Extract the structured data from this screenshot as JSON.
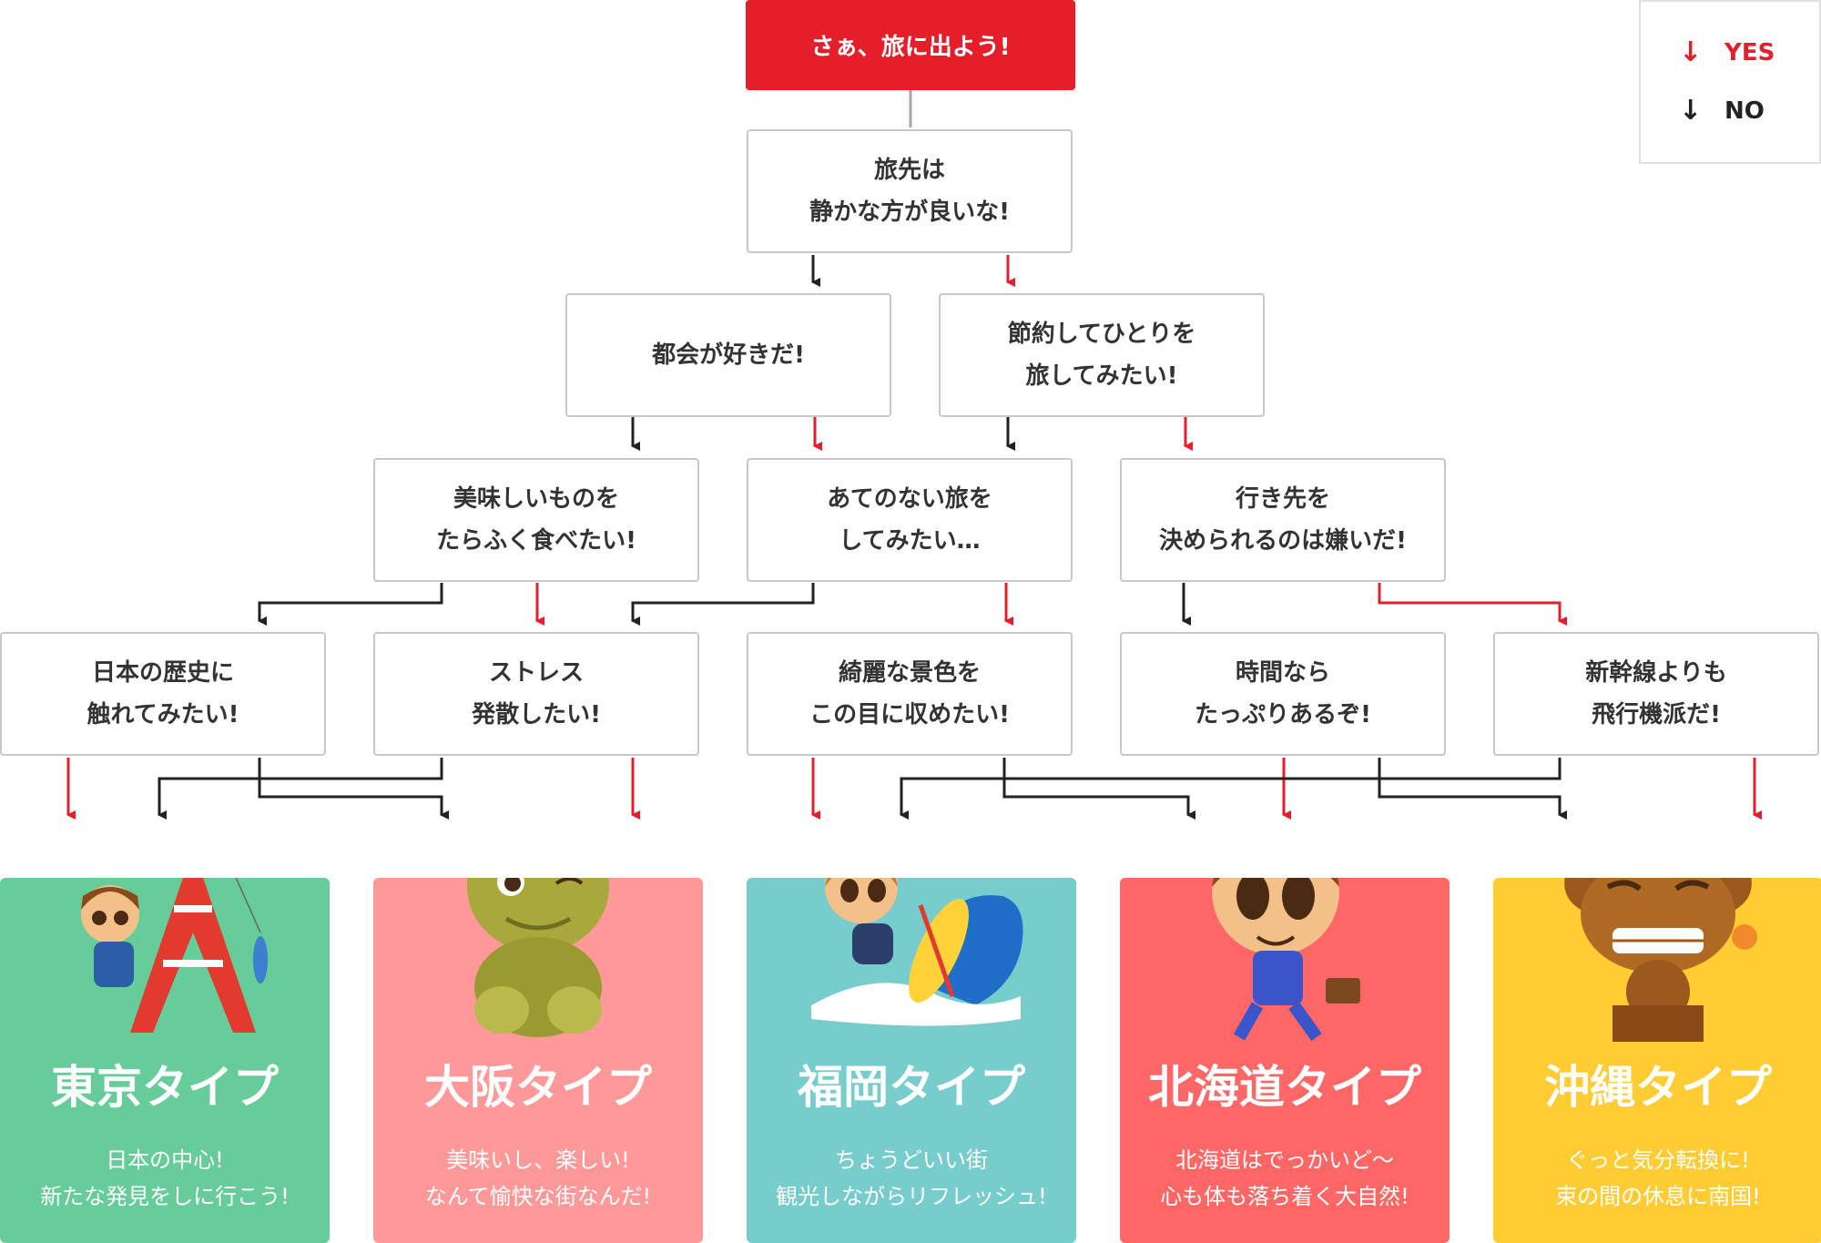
{
  "start": {
    "label": "さぁ、旅に出よう!"
  },
  "legend": {
    "yes_label": "YES",
    "no_label": "NO"
  },
  "colors": {
    "yes": "#e61e2a",
    "no": "#222222",
    "start": "#e61e2a",
    "border": "#c8c8c8"
  },
  "questions": {
    "q1": "旅先は\n静かな方が良いな!",
    "q2": "都会が好きだ!",
    "q3": "節約してひとりを\n旅してみたい!",
    "q4": "美味しいものを\nたらふく食べたい!",
    "q5": "あてのない旅を\nしてみたい…",
    "q6": "行き先を\n決められるのは嫌いだ!",
    "q7": "日本の歴史に\n触れてみたい!",
    "q8": "ストレス\n発散したい!",
    "q9": "綺麗な景色を\nこの目に収めたい!",
    "q10": "時間なら\nたっぷりあるぞ!",
    "q11": "新幹線よりも\n飛行機派だ!"
  },
  "results": [
    {
      "name": "東京タイプ",
      "desc": "日本の中心!\n新たな発見をしに行こう!",
      "color": "#66cc99",
      "icon": "tokyo-tower-fisher-icon"
    },
    {
      "name": "大阪タイプ",
      "desc": "美味いし、楽しい!\nなんて愉快な街なんだ!",
      "color": "#ff9999",
      "icon": "billiken-icon"
    },
    {
      "name": "福岡タイプ",
      "desc": "ちょうどいい街\n観光しながらリフレッシュ!",
      "color": "#77cccc",
      "icon": "surfer-icon"
    },
    {
      "name": "北海道タイプ",
      "desc": "北海道はでっかいど〜\n心も体も落ち着く大自然!",
      "color": "#ff6666",
      "icon": "businessman-icon"
    },
    {
      "name": "沖縄タイプ",
      "desc": "ぐっと気分転換に!\n束の間の休息に南国!",
      "color": "#ffcc33",
      "icon": "shisa-icon"
    }
  ]
}
